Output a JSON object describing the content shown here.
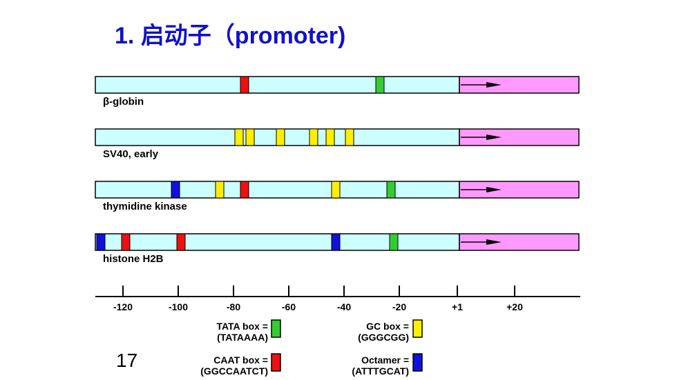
{
  "title": "1. 启动子（promoter)",
  "page_number": "17",
  "colors": {
    "promoter_fill": "#ccffff",
    "gene_fill": "#ff99ff",
    "TATA": "#33cc33",
    "GC": "#ffee00",
    "CAAT": "#ee1111",
    "Octamer": "#1111dd"
  },
  "genes": [
    {
      "label": "β-globin",
      "elements": [
        {
          "type": "CAAT",
          "pos": -76
        },
        {
          "type": "TATA",
          "pos": -27
        }
      ]
    },
    {
      "label": "SV40, early",
      "elements": [
        {
          "type": "GC",
          "pos": -78
        },
        {
          "type": "GC",
          "pos": -74
        },
        {
          "type": "GC",
          "pos": -63
        },
        {
          "type": "GC",
          "pos": -51
        },
        {
          "type": "GC",
          "pos": -45
        },
        {
          "type": "GC",
          "pos": -38
        }
      ]
    },
    {
      "label": "thymidine kinase",
      "elements": [
        {
          "type": "Octamer",
          "pos": -101
        },
        {
          "type": "GC",
          "pos": -85
        },
        {
          "type": "CAAT",
          "pos": -76
        },
        {
          "type": "GC",
          "pos": -43
        },
        {
          "type": "TATA",
          "pos": -23
        }
      ]
    },
    {
      "label": "histone H2B",
      "elements": [
        {
          "type": "Octamer",
          "pos": -128
        },
        {
          "type": "CAAT",
          "pos": -119
        },
        {
          "type": "CAAT",
          "pos": -99
        },
        {
          "type": "Octamer",
          "pos": -43
        },
        {
          "type": "TATA",
          "pos": -22
        }
      ]
    }
  ],
  "axis": {
    "ticks": [
      {
        "value": -120,
        "label": "-120"
      },
      {
        "value": -100,
        "label": "-100"
      },
      {
        "value": -80,
        "label": "-80"
      },
      {
        "value": -60,
        "label": "-60"
      },
      {
        "value": -40,
        "label": "-40"
      },
      {
        "value": -20,
        "label": "-20"
      },
      {
        "value": 1,
        "label": "+1"
      },
      {
        "value": 20,
        "label": "+20"
      }
    ]
  },
  "legend": [
    {
      "type": "TATA",
      "line1": "TATA box =",
      "line2": "(TATAAAA)"
    },
    {
      "type": "GC",
      "line1": "GC box =",
      "line2": "(GGGCGG)"
    },
    {
      "type": "CAAT",
      "line1": "CAAT box =",
      "line2": "(GGCCAATCT)"
    },
    {
      "type": "Octamer",
      "line1": "Octamer =",
      "line2": "(ATTTGCAT)"
    }
  ]
}
